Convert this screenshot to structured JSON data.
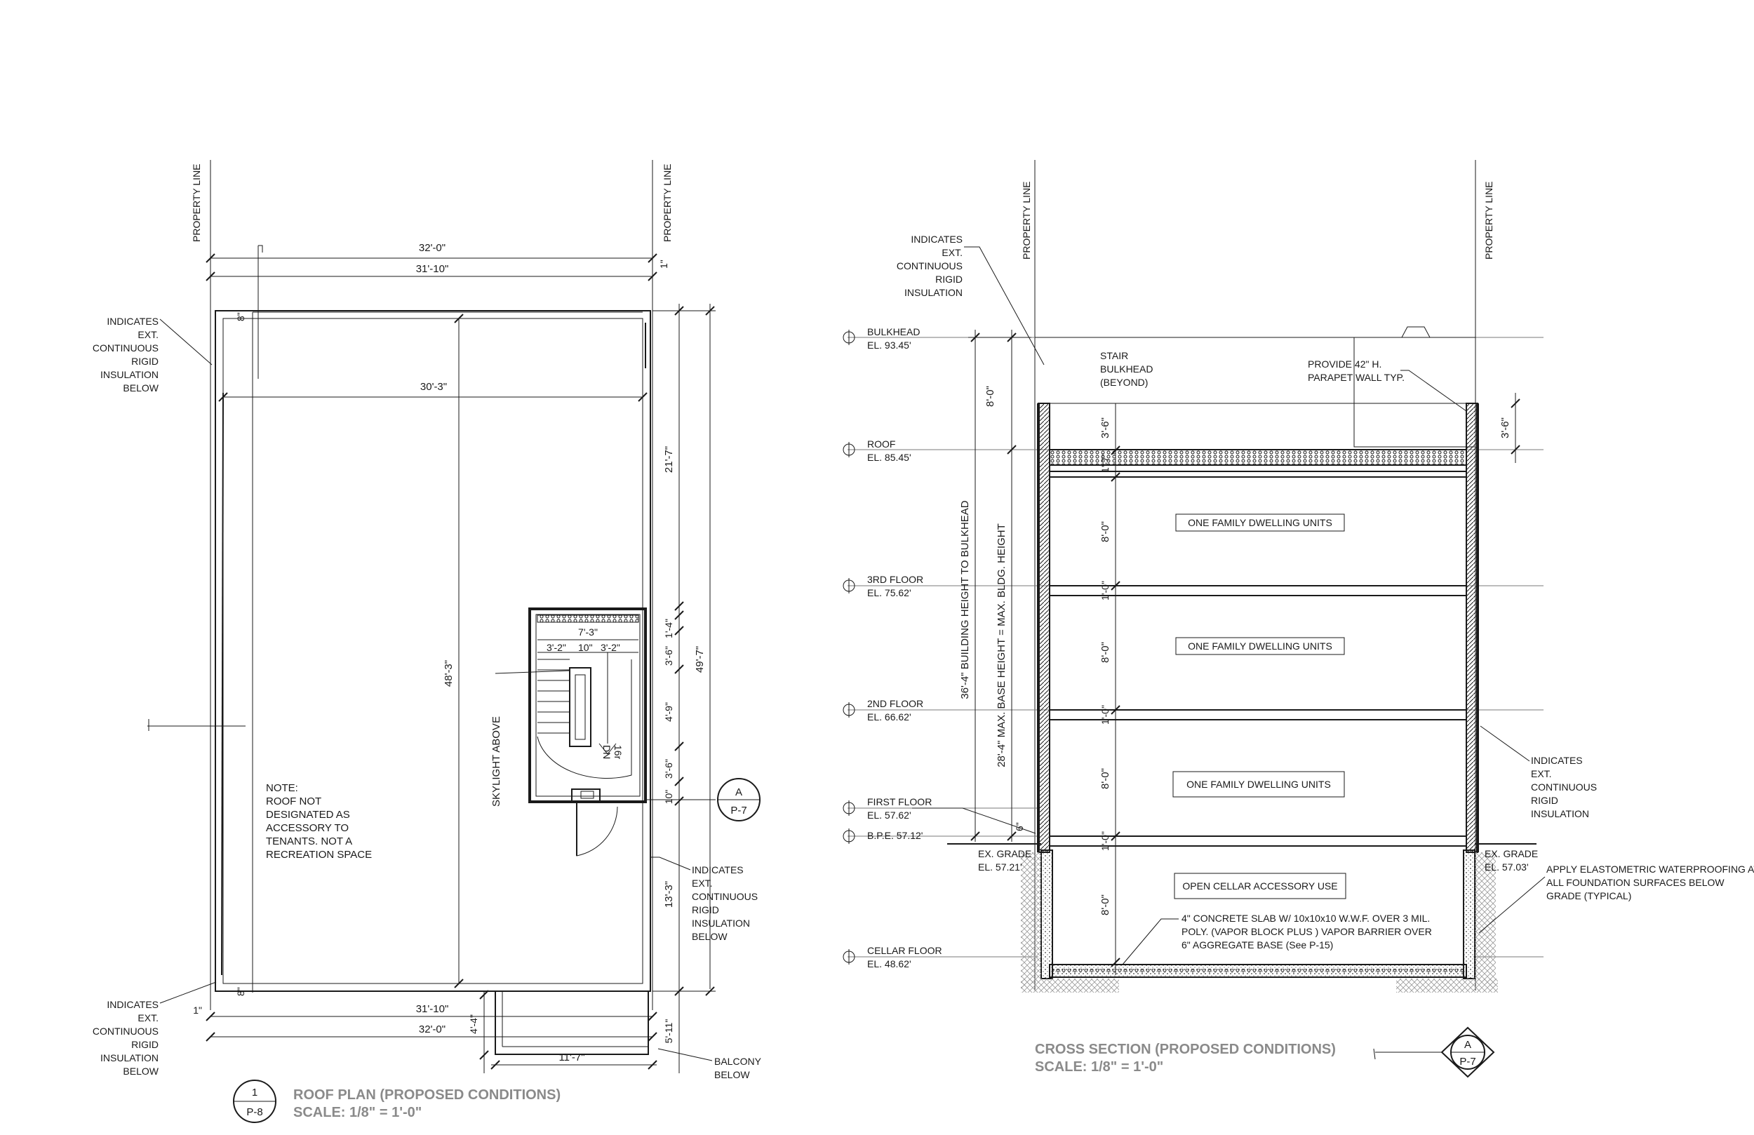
{
  "roof_plan": {
    "title": "ROOF PLAN (PROPOSED CONDITIONS)",
    "scale": "SCALE:  1/8\" = 1'-0\"",
    "property_line_label": "PROPERTY LINE",
    "dims": {
      "top_outer": "32'-0\"",
      "top_inner": "31'-10\"",
      "mid_width": "30'-3\"",
      "depth": "48'-3\"",
      "right_upper": "21'-7\"",
      "right_total": "49'-7\"",
      "stair_width": "7'-3\"",
      "stair_w1": "3'-2\"",
      "stair_w2": "10\"",
      "stair_w3": "3'-2\"",
      "stair_h1": "1'-4\"",
      "stair_h2": "3'-6\"",
      "stair_h3": "4'-9\"",
      "stair_h4": "3'-6\"",
      "stair_h5": "10\"",
      "right_lower": "13'-3\"",
      "bottom_inner": "31'-10\"",
      "bottom_outer": "32'-0\"",
      "balcony_depth": "4'-4\"",
      "balcony_width": "11'-7\"",
      "balcony_right": "5'-11\"",
      "small_8_top": "8\"",
      "small_8_bottom": "8\"",
      "small_1_left": "1\"",
      "small_1_right": "1\""
    },
    "notes": {
      "insulation_top": [
        "INDICATES",
        "EXT.",
        "CONTINUOUS",
        "RIGID",
        "INSULATION",
        "BELOW"
      ],
      "insulation_bottom": [
        "INDICATES",
        "EXT.",
        "CONTINUOUS",
        "RIGID",
        "INSULATION",
        "BELOW"
      ],
      "insulation_right": [
        "INDICATES",
        "EXT.",
        "CONTINUOUS",
        "RIGID",
        "INSULATION",
        "BELOW"
      ],
      "roof_note": [
        "NOTE:",
        "ROOF NOT",
        "DESIGNATED AS",
        "ACCESSORY TO",
        "TENANTS.  NOT A",
        "RECREATION SPACE"
      ],
      "skylight": "SKYLIGHT ABOVE",
      "balcony": [
        "BALCONY",
        "BELOW"
      ],
      "stair_up": "16r",
      "stair_dn": "DN"
    },
    "markers": {
      "section_letter": "A",
      "section_sheet": "P-7",
      "title_number": "1",
      "title_sheet": "P-8"
    }
  },
  "cross_section": {
    "title": "CROSS SECTION (PROPOSED CONDITIONS)",
    "scale": "SCALE:  1/8\" = 1'-0\"",
    "property_line_label": "PROPERTY LINE",
    "levels": [
      {
        "name": "BULKHEAD",
        "el": "EL. 93.45'"
      },
      {
        "name": "ROOF",
        "el": "EL. 85.45'"
      },
      {
        "name": "3RD FLOOR",
        "el": "EL. 75.62'"
      },
      {
        "name": "2ND FLOOR",
        "el": "EL. 66.62'"
      },
      {
        "name": "FIRST FLOOR",
        "el": "EL. 57.62'"
      },
      {
        "name": "B.P.E. 57.12'",
        "el": ""
      },
      {
        "name": "CELLAR FLOOR",
        "el": "EL. 48.62'"
      }
    ],
    "rooms": [
      "ONE FAMILY DWELLING UNITS",
      "ONE  FAMILY DWELLING UNITS",
      "ONE  FAMILY DWELLING UNITS",
      "OPEN CELLAR ACCESSORY USE"
    ],
    "dims": {
      "bulkhead": "8'-0\"",
      "parapet_inner": "3'-6\"",
      "parapet_outer": "3'-6\"",
      "floor_3": "8'-0\"",
      "slab_3": "1'-0\"",
      "floor_2": "8'-0\"",
      "slab_2": "1'-0\"",
      "floor_1": "8'-0\"",
      "slab_1": "1'-0\"",
      "cellar": "8'-0\"",
      "roof_slab": "1'-7\"",
      "small_6": "6\"",
      "building_height": "36'-4\" BUILDING HEIGHT TO BULKHEAD",
      "base_height": "28'-4\" MAX. BASE HEIGHT  = MAX. BLDG. HEIGHT"
    },
    "notes": {
      "insulation_top": [
        "INDICATES",
        "EXT.",
        "CONTINUOUS",
        "RIGID",
        "INSULATION"
      ],
      "insulation_right": [
        "INDICATES",
        "EXT.",
        "CONTINUOUS",
        "RIGID",
        "INSULATION"
      ],
      "stair_bulkhead": [
        "STAIR",
        "BULKHEAD",
        "(BEYOND)"
      ],
      "parapet": [
        "PROVIDE 42\" H.",
        "PARAPET WALL TYP."
      ],
      "grade_left": [
        "EX. GRADE",
        "EL. 57.21'"
      ],
      "grade_right": [
        "EX. GRADE",
        "EL. 57.03'"
      ],
      "waterproofing": [
        "APPLY ELASTOMETRIC WATERPROOFING AT",
        "ALL FOUNDATION SURFACES BELOW",
        "GRADE (TYPICAL)"
      ],
      "slab": [
        "4\" CONCRETE SLAB W/ 10x10x10 W.W.F. OVER 3 MIL.",
        "POLY. (VAPOR BLOCK  PLUS ) VAPOR BARRIER OVER",
        "6\" AGGREGATE BASE (See P-15)"
      ]
    },
    "markers": {
      "section_letter": "A",
      "section_sheet": "P-7"
    }
  }
}
